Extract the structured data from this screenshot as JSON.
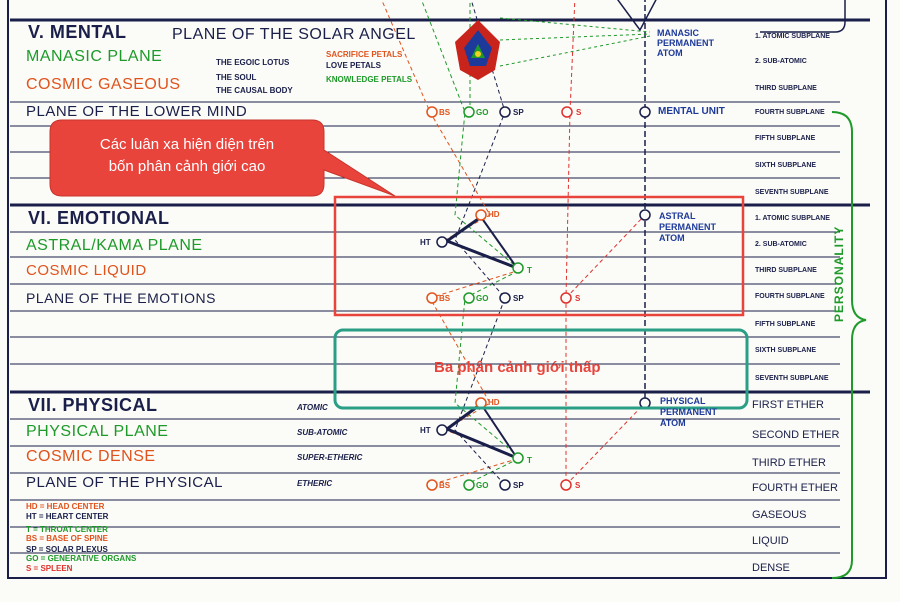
{
  "mental": {
    "heading": "V. MENTAL",
    "solar_angel": "PLANE OF THE SOLAR ANGEL",
    "manasic": "MANASIC PLANE",
    "cosmic": "COSMIC GASEOUS",
    "lower_mind": "PLANE OF THE LOWER MIND",
    "egoic_lotus": "THE EGOIC LOTUS",
    "soul": "THE SOUL",
    "causal_body": "THE CAUSAL BODY",
    "sacrifice_petals": "SACRIFICE PETALS",
    "love_petals": "LOVE PETALS",
    "knowledge_petals": "KNOWLEDGE PETALS",
    "permanent_atom": [
      "MANASIC",
      "PERMANENT",
      "ATOM"
    ],
    "mental_unit": "MENTAL UNIT"
  },
  "emotional": {
    "heading": "VI. EMOTIONAL",
    "astral": "ASTRAL/KAMA PLANE",
    "cosmic": "COSMIC LIQUID",
    "plane": "PLANE OF THE EMOTIONS",
    "permanent_atom": [
      "ASTRAL",
      "PERMANENT",
      "ATOM"
    ]
  },
  "physical": {
    "heading": "VII. PHYSICAL",
    "plane": "PHYSICAL PLANE",
    "cosmic": "COSMIC DENSE",
    "plane_of": "PLANE OF THE PHYSICAL",
    "sublevels": [
      "ATOMIC",
      "SUB-ATOMIC",
      "SUPER-ETHERIC",
      "ETHERIC"
    ],
    "permanent_atom": [
      "PHYSICAL",
      "PERMANENT",
      "ATOM"
    ]
  },
  "subplanes": {
    "mental": [
      "1. ATOMIC SUBPLANE",
      "2. SUB-ATOMIC",
      "THIRD SUBPLANE",
      "FOURTH SUBPLANE",
      "FIFTH SUBPLANE",
      "SIXTH SUBPLANE",
      "SEVENTH SUBPLANE"
    ],
    "emotional": [
      "1. ATOMIC SUBPLANE",
      "2. SUB-ATOMIC",
      "THIRD SUBPLANE",
      "FOURTH SUBPLANE",
      "FIFTH SUBPLANE",
      "SIXTH SUBPLANE",
      "SEVENTH SUBPLANE"
    ],
    "physical": [
      "FIRST ETHER",
      "SECOND ETHER",
      "THIRD ETHER",
      "FOURTH ETHER",
      "GASEOUS",
      "LIQUID",
      "DENSE"
    ]
  },
  "personality": "PERSONALITY",
  "centers": {
    "hd": "HD",
    "ht": "HT",
    "t": "T",
    "bs": "BS",
    "go": "GO",
    "sp": "SP",
    "s": "S"
  },
  "legend": [
    {
      "text": "HD = HEAD CENTER",
      "color": "#e0531d"
    },
    {
      "text": "HT = HEART CENTER",
      "color": "#1a1f4a"
    },
    {
      "text": "T = THROAT CENTER",
      "color": "#1e9a2a"
    },
    {
      "text": "BS = BASE OF SPINE",
      "color": "#e0531d"
    },
    {
      "text": "SP = SOLAR PLEXUS",
      "color": "#1a1f4a"
    },
    {
      "text": "GO = GENERATIVE ORGANS",
      "color": "#1e9a2a"
    },
    {
      "text": "S = SPLEEN",
      "color": "#e0312d"
    }
  ],
  "callout": {
    "line1": "Các luân xa hiện diện trên",
    "line2": "bốn phân cảnh giới cao"
  },
  "lower_label": "Ba phân cảnh giới thấp",
  "colors": {
    "blue": "#1d3a9a",
    "green": "#1e9a2a",
    "orange": "#e0531d",
    "dark": "#1a1f4a",
    "callout": "#e8443c",
    "red_box": "#e8443c",
    "teal_box": "#2a9f86"
  }
}
